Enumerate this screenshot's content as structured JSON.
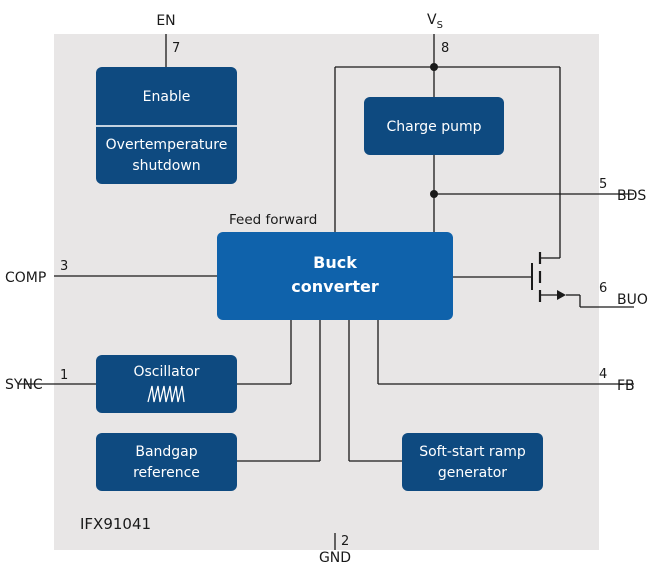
{
  "chip": {
    "name": "IFX91041"
  },
  "pins": {
    "en": {
      "label": "EN",
      "number": "7"
    },
    "vs": {
      "label": "V",
      "subscript": "S",
      "number": "8"
    },
    "bds": {
      "label": "BDS",
      "number": "5"
    },
    "comp": {
      "label": "COMP",
      "number": "3"
    },
    "buo": {
      "label": "BUO",
      "number": "6"
    },
    "sync": {
      "label": "SYNC",
      "number": "1"
    },
    "fb": {
      "label": "FB",
      "number": "4"
    },
    "gnd": {
      "label": "GND",
      "number": "2"
    }
  },
  "blocks": {
    "enable": "Enable",
    "overtemp_line1": "Overtemperature",
    "overtemp_line2": "shutdown",
    "charge_pump": "Charge pump",
    "buck_line1": "Buck",
    "buck_line2": "converter",
    "oscillator": "Oscillator",
    "bandgap_line1": "Bandgap",
    "bandgap_line2": "reference",
    "softstart_line1": "Soft-start ramp",
    "softstart_line2": "generator"
  },
  "annotations": {
    "feed_forward": "Feed forward"
  },
  "colors": {
    "background": "#e8e6e6",
    "block": "#0e4a80",
    "buck": "#0f62ab",
    "divider": "#ffffff",
    "wire": "#1a1a1a"
  }
}
